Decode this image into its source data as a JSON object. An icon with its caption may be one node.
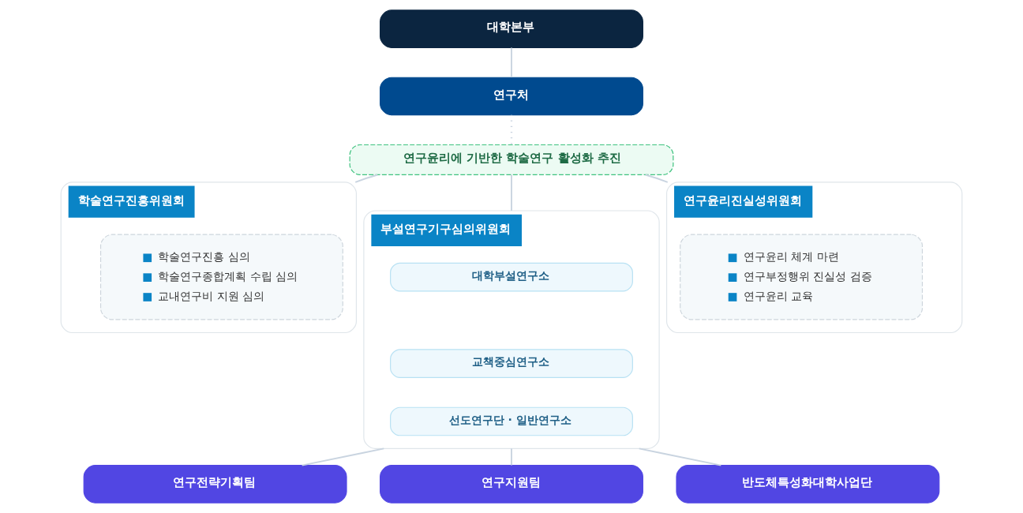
{
  "diagram": {
    "nodes": [
      {
        "text": [
          "대학본부"
        ]
      },
      {
        "text": [
          "연구처"
        ]
      },
      {
        "text": [
          "연구윤리에 기반한 학술연구 활성화 추진"
        ]
      },
      {
        "text": [
          "학술연구진흥위원회"
        ]
      },
      {
        "text": [
          "학술연구진흥 심의",
          "학술연구종합계획 수립 심의",
          "교내연구비 지원 심의"
        ],
        "in": 3
      },
      {
        "text": [
          "부설연구기구심의위원회"
        ]
      },
      {
        "text": [
          "대학부설연구소"
        ],
        "in": 5
      },
      {
        "text": [
          "교책중심연구소"
        ],
        "in": 5
      },
      {
        "text": [
          "선도연구단 · 일반연구소"
        ],
        "in": 5
      },
      {
        "text": [
          "연구윤리진실성위원회"
        ]
      },
      {
        "text": [
          "연구윤리 체계 마련",
          "연구부정행위 진실성 검증",
          "연구윤리 교육"
        ],
        "in": 9
      },
      {
        "text": [
          "연구전략기획팀"
        ]
      },
      {
        "text": [
          "연구지원팀"
        ]
      },
      {
        "text": [
          "반도체특성화대학사업단"
        ]
      }
    ],
    "edges": [
      {
        "from": 0,
        "to": 1,
        "arrow": "none"
      },
      {
        "from": 1,
        "to": 2,
        "arrow": "none",
        "style": "dashed"
      },
      {
        "from": 2,
        "to": 3,
        "arrow": "none"
      },
      {
        "from": 2,
        "to": 5,
        "arrow": "none"
      },
      {
        "from": 2,
        "to": 9,
        "arrow": "none"
      },
      {
        "from": 5,
        "to": 11,
        "arrow": "none"
      },
      {
        "from": 5,
        "to": 12,
        "arrow": "none"
      },
      {
        "from": 5,
        "to": 13,
        "arrow": "none"
      }
    ]
  }
}
